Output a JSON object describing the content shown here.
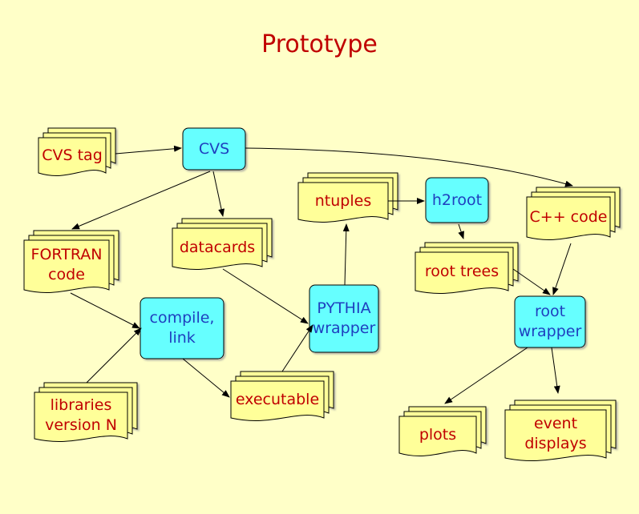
{
  "title": "Prototype",
  "colors": {
    "background": "#ffffc8",
    "document_fill": "#ffff99",
    "document_text": "#c00000",
    "process_fill": "#66ffff",
    "process_text": "#1f3fbf",
    "title": "#c00000"
  },
  "nodes": {
    "cvs_tag": "CVS tag",
    "cvs": "CVS",
    "ntuples": "ntuples",
    "h2root": "h2root",
    "cpp_code": "C++ code",
    "fortran_code": "FORTRAN\ncode",
    "datacards": "datacards",
    "root_trees": "root trees",
    "compile_link": "compile,\nlink",
    "pythia_wrapper": "PYTHIA\nwrapper",
    "root_wrapper": "root\nwrapper",
    "libraries": "libraries\nversion N",
    "executable": "executable",
    "plots": "plots",
    "event_displays": "event\ndisplays"
  }
}
